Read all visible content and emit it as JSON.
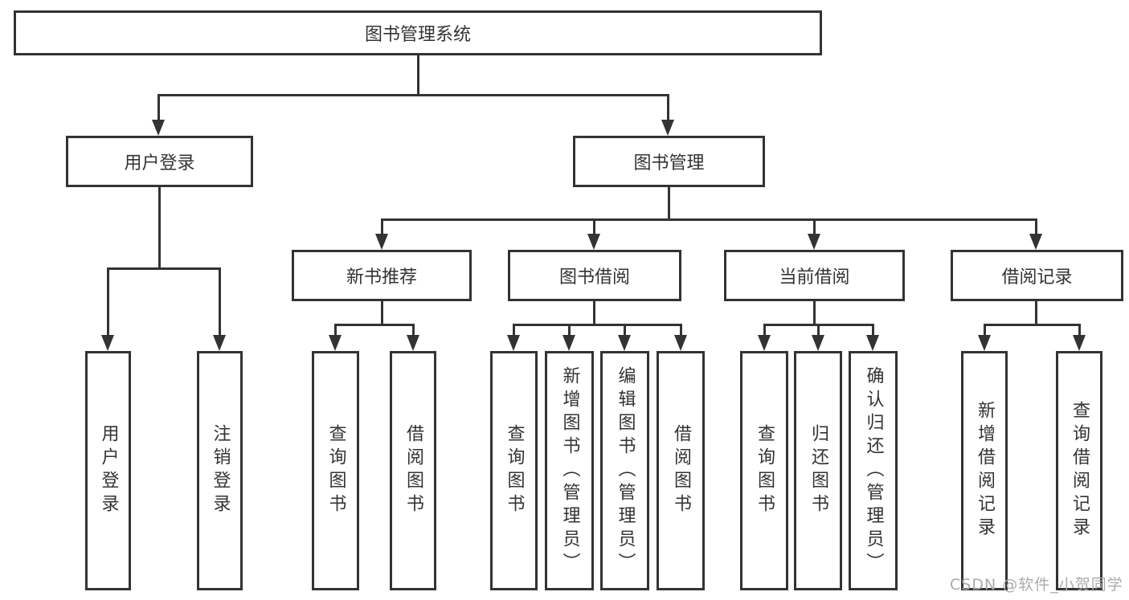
{
  "diagram": {
    "title": "图书管理系统",
    "root": {
      "label": "图书管理系统"
    },
    "branches": [
      {
        "label": "用户登录",
        "children": [
          {
            "label": "用户登录"
          },
          {
            "label": "注销登录"
          }
        ]
      },
      {
        "label": "图书管理",
        "sections": [
          {
            "label": "新书推荐",
            "children": [
              {
                "label": "查询图书"
              },
              {
                "label": "借阅图书"
              }
            ]
          },
          {
            "label": "图书借阅",
            "children": [
              {
                "label": "查询图书"
              },
              {
                "label": "新增图书（管理员）"
              },
              {
                "label": "编辑图书（管理员）"
              },
              {
                "label": "借阅图书"
              }
            ]
          },
          {
            "label": "当前借阅",
            "children": [
              {
                "label": "查询图书"
              },
              {
                "label": "归还图书"
              },
              {
                "label": "确认归还（管理员）"
              }
            ]
          },
          {
            "label": "借阅记录",
            "children": [
              {
                "label": "新增借阅记录"
              },
              {
                "label": "查询借阅记录"
              }
            ]
          }
        ]
      }
    ]
  },
  "watermark": {
    "text": "CSDN @软件_小贺同学"
  },
  "colors": {
    "line": "#333333",
    "text": "#333333",
    "box_fill": "#ffffff",
    "watermark": "#ababab",
    "background": "#ffffff"
  }
}
